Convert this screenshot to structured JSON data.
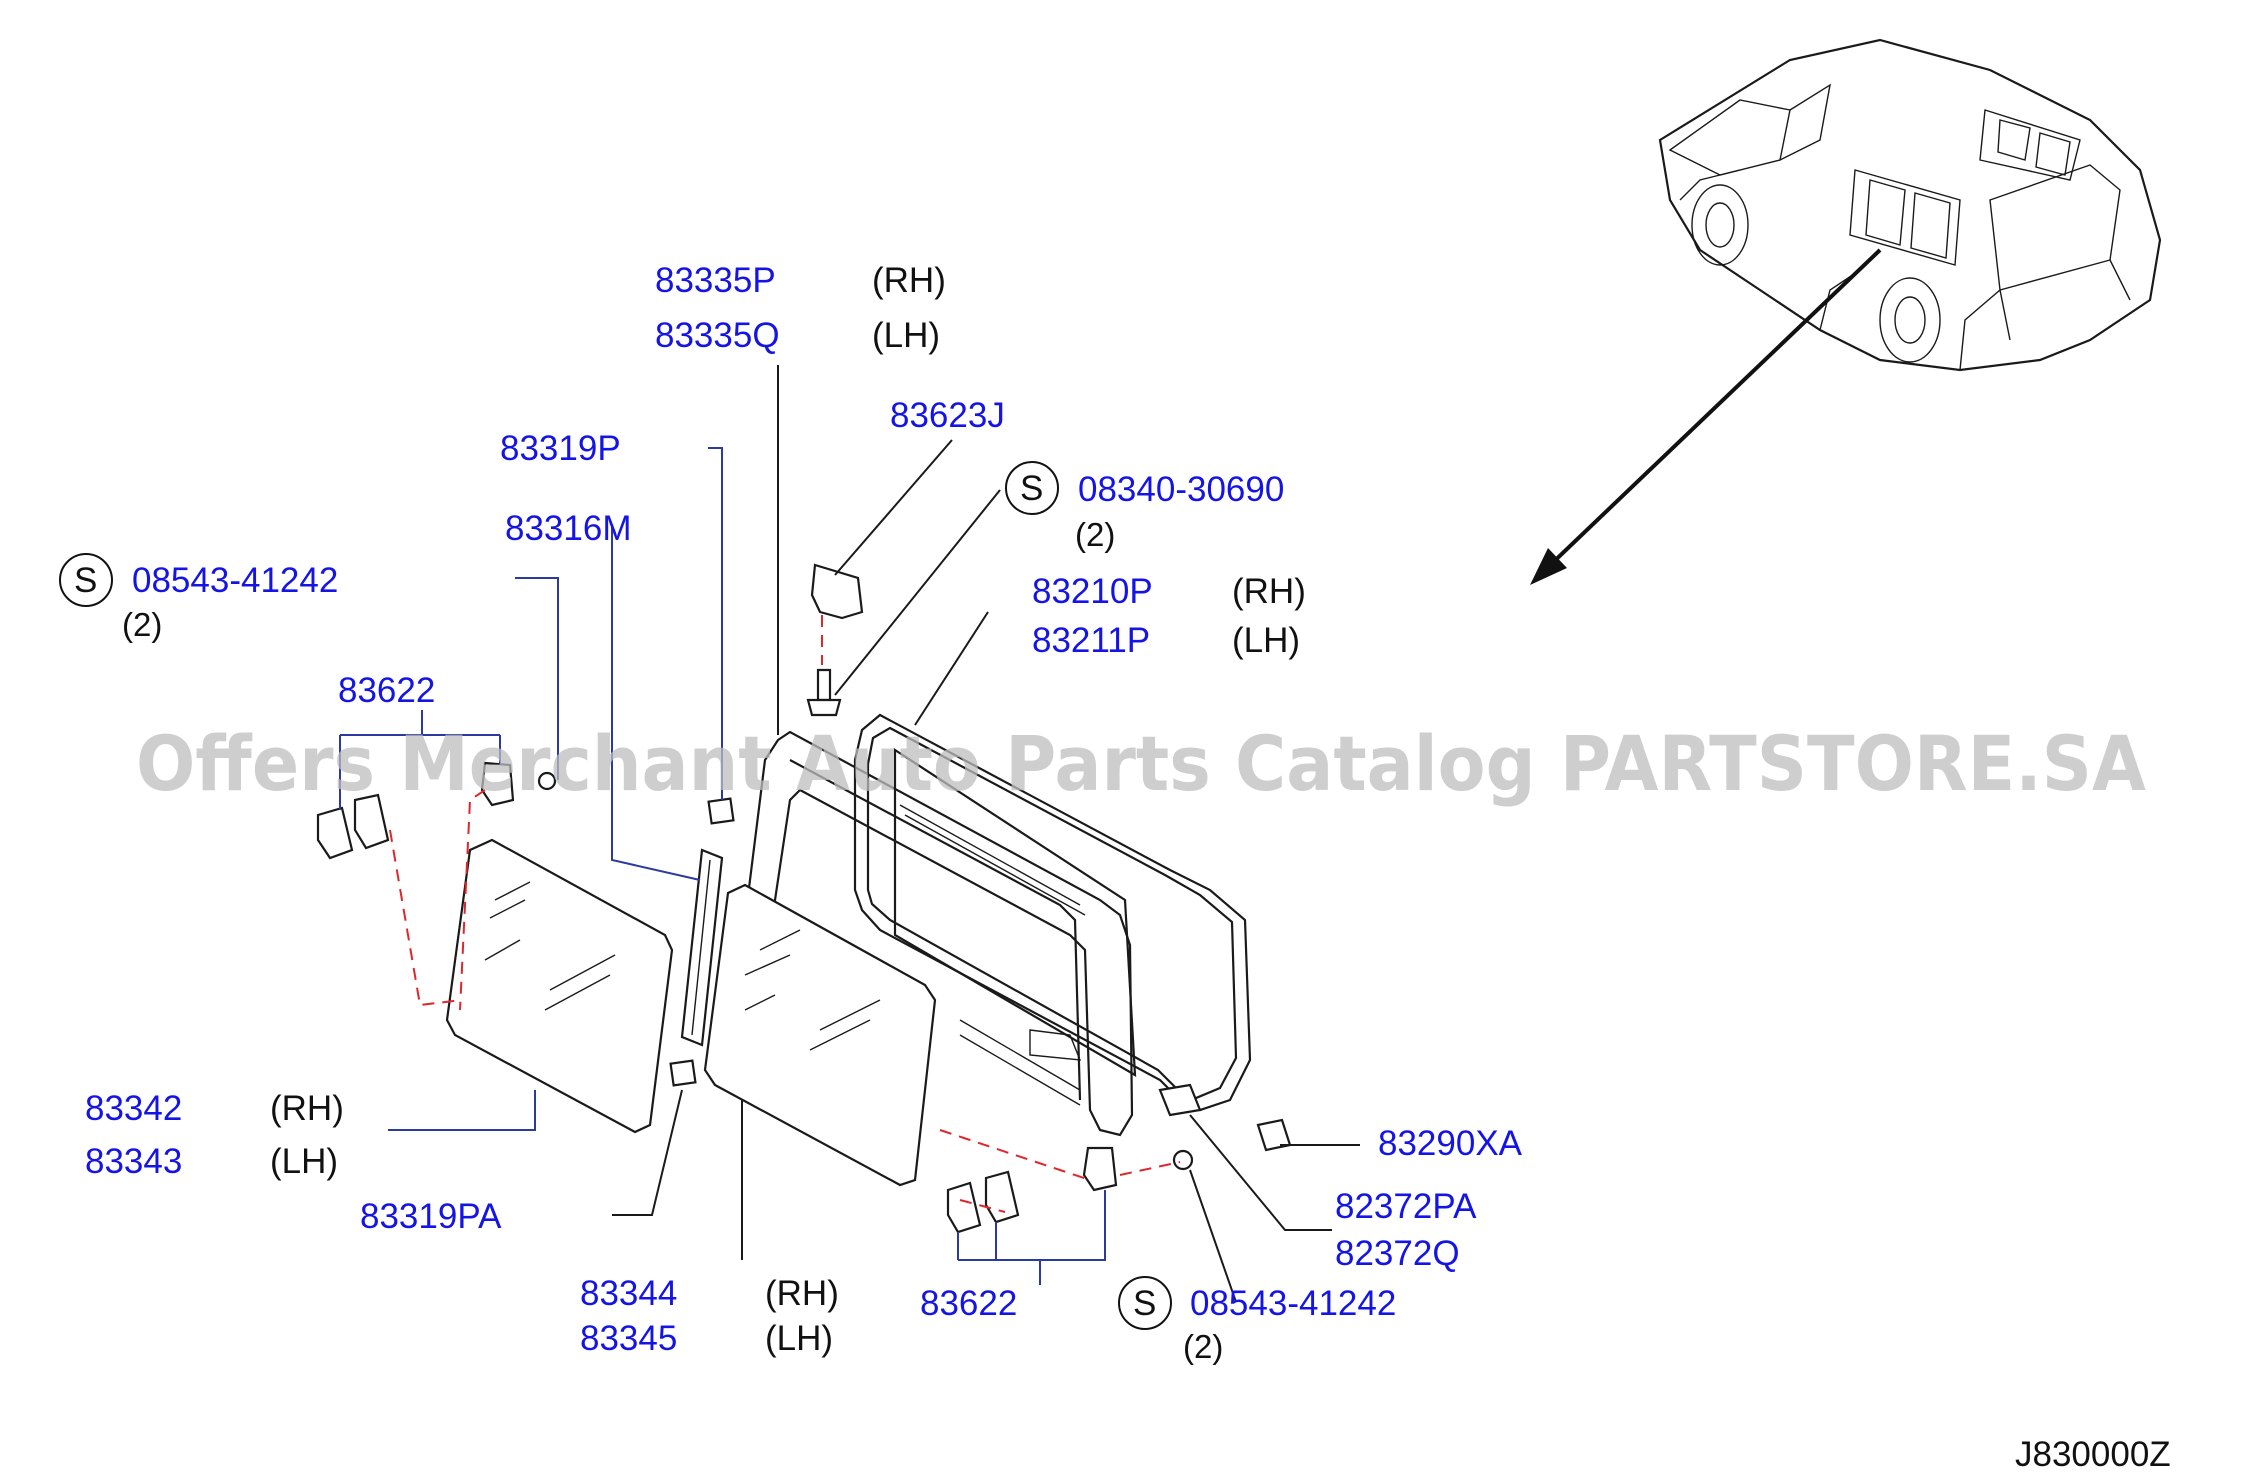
{
  "diagram": {
    "code": "J830000Z",
    "watermark": "Offers Merchant Auto Parts Catalog PARTSTORE.SA",
    "colors": {
      "part_number": "#1414e6",
      "dashed_leader": "#e0262a",
      "watermark": "#bdbdbd"
    },
    "labels": {
      "p83335P": "83335P",
      "rh_83335P": "(RH)",
      "p83335Q": "83335Q",
      "lh_83335Q": "(LH)",
      "p83623J": "83623J",
      "s_bolt_top": "S",
      "p08340": "08340-30690",
      "q08340": "(2)",
      "p83319P": "83319P",
      "p83316M": "83316M",
      "s_left": "S",
      "p08543_left": "08543-41242",
      "q08543_left": "(2)",
      "p83210P": "83210P",
      "rh_83210P": "(RH)",
      "p83211P": "83211P",
      "lh_83211P": "(LH)",
      "p83622_top": "83622",
      "p83342": "83342",
      "rh_83342": "(RH)",
      "p83343": "83343",
      "lh_83343": "(LH)",
      "p83319PA": "83319PA",
      "p83344": "83344",
      "rh_83344": "(RH)",
      "p83345": "83345",
      "lh_83345": "(LH)",
      "p83622_bottom": "83622",
      "s_right": "S",
      "p08543_right": "08543-41242",
      "q08543_right": "(2)",
      "p83290XA": "83290XA",
      "p82372PA": "82372PA",
      "p82372Q": "82372Q"
    }
  }
}
